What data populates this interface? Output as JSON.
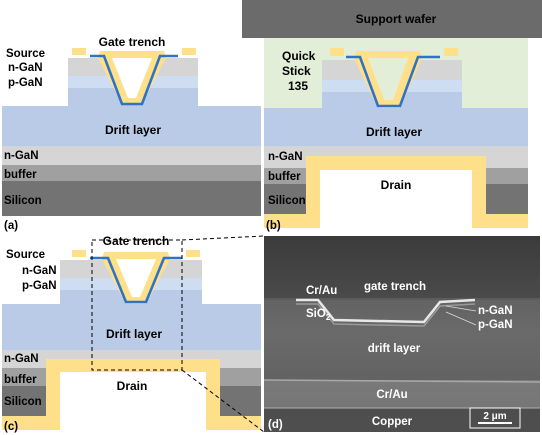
{
  "panels": {
    "a": {
      "tag": "(a)",
      "labels": {
        "gate_trench": "Gate trench",
        "source": "Source",
        "ngan": "n-GaN",
        "pgan": "p-GaN",
        "drift": "Drift layer",
        "ngan_bottom": "n-GaN",
        "buffer": "buffer",
        "silicon": "Silicon"
      }
    },
    "b": {
      "tag": "(b)",
      "labels": {
        "support_wafer": "Support wafer",
        "quick": "Quick",
        "stick": "Stick",
        "num": "135",
        "drift": "Drift layer",
        "ngan_bottom": "n-GaN",
        "buffer": "buffer",
        "silicon": "Silicon",
        "drain": "Drain"
      }
    },
    "c": {
      "tag": "(c)",
      "labels": {
        "gate_trench": "Gate trench",
        "source": "Source",
        "ngan": "n-GaN",
        "pgan": "p-GaN",
        "drift": "Drift layer",
        "ngan_bottom": "n-GaN",
        "buffer": "buffer",
        "silicon": "Silicon",
        "drain": "Drain"
      }
    },
    "d": {
      "tag": "(d)",
      "labels": {
        "cr_au_top": "Cr/Au",
        "gate_trench": "gate trench",
        "sio2": "SiO",
        "sio2_sub": "2",
        "ngan": "n-GaN",
        "pgan": "p-GaN",
        "drift": "drift layer",
        "cr_au_bottom": "Cr/Au",
        "copper": "Copper",
        "scale": "2 μm"
      }
    }
  },
  "colors": {
    "drift": "#b9cbe6",
    "ngan": "#d5d5d5",
    "pgan": "#cfddf2",
    "buffer": "#a0a0a0",
    "silicon": "#737373",
    "metal": "#ffe08a",
    "gate": "#2e73c8",
    "glue": "#e2eed8",
    "support": "#6b6b6b"
  }
}
